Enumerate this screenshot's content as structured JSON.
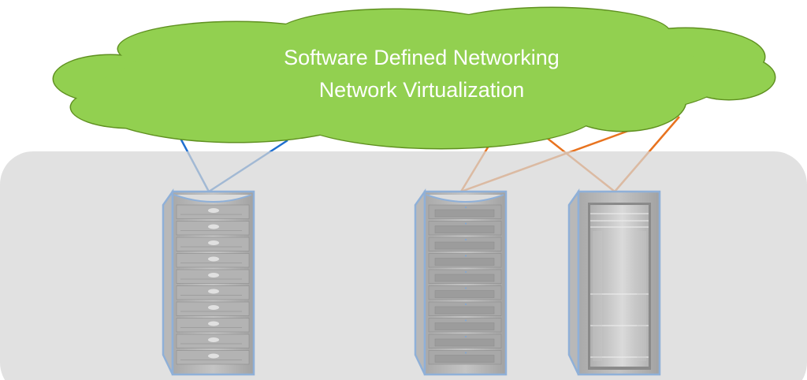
{
  "cloud": {
    "line1": "Software Defined Networking",
    "line2": "Network Virtualization",
    "fill": "#92d050",
    "stroke": "#5f9020"
  },
  "links": {
    "blue": "#1f6fd0",
    "orange": "#e8731f"
  },
  "servers": [
    {
      "type": "blade-rack",
      "units": 10
    },
    {
      "type": "storage-rack",
      "units": 10
    },
    {
      "type": "cabinet-rack",
      "units": 0
    }
  ]
}
